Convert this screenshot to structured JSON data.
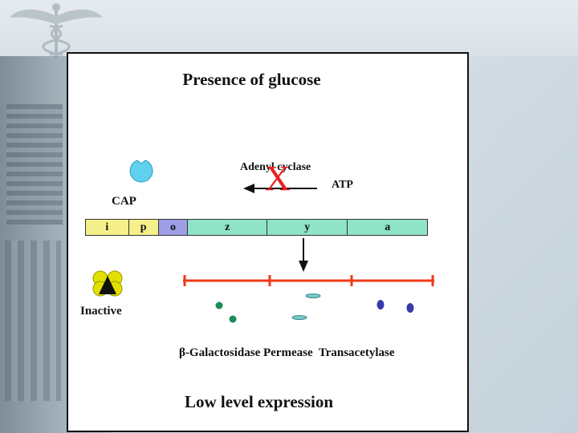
{
  "slide": {
    "title": "Presence of glucose",
    "footer": "Low level expression"
  },
  "labels": {
    "cap": "CAP",
    "adenyl_cyclase": "Adenyl cyclase",
    "atp": "ATP",
    "inactive": "Inactive",
    "blocked_mark": "X",
    "products": "β-Galactosidase Permease  Transacetylase"
  },
  "operon": {
    "segments": [
      {
        "name": "i",
        "color": "#f6f08a"
      },
      {
        "name": "p",
        "color": "#f6f08a"
      },
      {
        "name": "o",
        "color": "#9e9ee6"
      },
      {
        "name": "z",
        "color": "#8fe3c7"
      },
      {
        "name": "y",
        "color": "#8fe3c7"
      },
      {
        "name": "a",
        "color": "#8fe3c7"
      }
    ]
  },
  "colors": {
    "cap": "#5fd0ee",
    "repressor": "#e3e000",
    "mrna": "#ee3a1a",
    "x_mark": "#e82020",
    "galactosidase": "#1a8c5a",
    "permease": "#7ec9c8",
    "transacetylase": "#3a3aa8"
  }
}
